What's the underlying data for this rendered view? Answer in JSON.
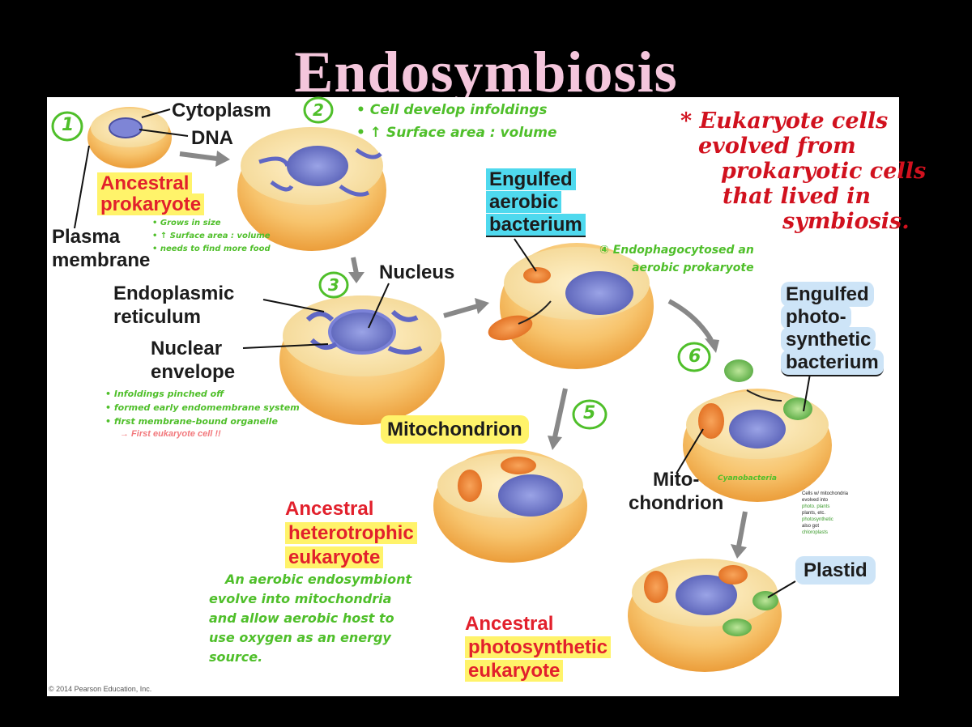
{
  "title": "Endosymbiosis",
  "labels": {
    "cytoplasm": "Cytoplasm",
    "dna": "DNA",
    "ancestral_prokaryote": [
      "Ancestral",
      "prokaryote"
    ],
    "plasma_membrane": [
      "Plasma",
      "membrane"
    ],
    "endoplasmic_reticulum": [
      "Endoplasmic",
      "reticulum"
    ],
    "nuclear_envelope": [
      "Nuclear",
      "envelope"
    ],
    "nucleus": "Nucleus",
    "engulfed_aerobic": [
      "Engulfed",
      "aerobic",
      "bacterium"
    ],
    "mitochondrion": "Mitochondrion",
    "mito_chondrion": [
      "Mito-",
      "chondrion"
    ],
    "engulfed_photo": [
      "Engulfed",
      "photo-",
      "synthetic",
      "bacterium"
    ],
    "plastid": "Plastid",
    "heterotrophic": [
      "Ancestral",
      "heterotrophic",
      "eukaryote"
    ],
    "photosynthetic": [
      "Ancestral",
      "photosynthetic",
      "eukaryote"
    ]
  },
  "step_numbers": [
    "1",
    "2",
    "3",
    "4",
    "5",
    "6"
  ],
  "handwritten": {
    "step2": [
      "• Cell develop infoldings",
      "• ↑ Surface area : volume"
    ],
    "step1": [
      "• Grows in size",
      "• ↑ Surface area : volume",
      "• needs to find more food"
    ],
    "step3": [
      "• Infoldings pinched off",
      "• formed early endomembrane system",
      "• first membrane-bound organelle"
    ],
    "step3_pink": "→ First eukaryote cell !!",
    "step4": [
      "④ Endophagocytosed an",
      "aerobic prokaryote"
    ],
    "step6_small": "Cyanobacteria",
    "aerobic_note": [
      "An aerobic endosymbiont",
      "evolve into mitochondria",
      "and allow aerobic host to",
      "use oxygen as an energy",
      "source."
    ],
    "red_note": [
      "* Eukaryote cells",
      "evolved from",
      "prokaryotic cells",
      "that lived in",
      "symbiosis."
    ]
  },
  "mini_note": [
    "Cells w/ mitochondria",
    "evolved into",
    "photo. plants",
    "plants, etc.",
    "photosynthetic",
    "also got",
    "chloroplasts"
  ],
  "copyright": "© 2014 Pearson Education, Inc."
}
